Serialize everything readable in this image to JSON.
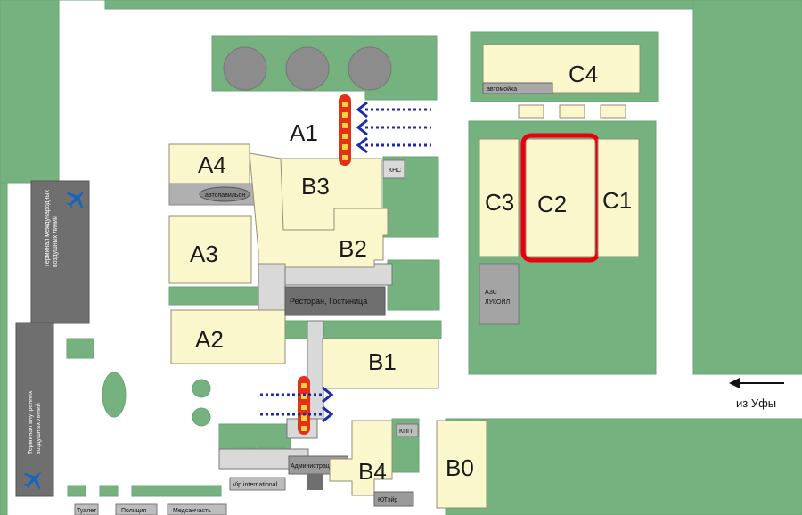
{
  "labels": {
    "a1": "A1",
    "a2": "A2",
    "a3": "A3",
    "a4": "A4",
    "b0": "B0",
    "b1": "B1",
    "b2": "B2",
    "b3": "B3",
    "b4": "B4",
    "c1": "C1",
    "c2": "C2",
    "c3": "C3",
    "c4": "C4"
  },
  "small": {
    "avtomoyka": "автомойка",
    "kns": "КНС",
    "avtopavilon": "автопавильон",
    "restaurant": "Ресторан, Гостиница",
    "azs1": "АЗС",
    "azs2": "ЛУКОЙЛ",
    "administration": "Администрация",
    "kpp": "КПП",
    "vip": "Vip international",
    "utair": "ЮТэйр",
    "toilet": "Туалет",
    "police": "Полиция",
    "medical": "Медсанчасть"
  },
  "terminals": {
    "intl_line1": "Терминал международных",
    "intl_line2": "воздушных линий",
    "dom_line1": "Терминал внутренних",
    "dom_line2": "воздушных линий"
  },
  "direction": "из Уфы",
  "colors": {
    "grass": "#76b27f",
    "building": "#fbf7cd",
    "terminal": "#6f6f6f",
    "highlight": "#e8000e",
    "barrier": "#e53018",
    "barrier_dots": "#ffd23c",
    "arrows": "#1c2aa8"
  },
  "highlighted_building": "C2",
  "icons": [
    "airplane-icon",
    "airplane-icon",
    "arrow-left-icon"
  ]
}
